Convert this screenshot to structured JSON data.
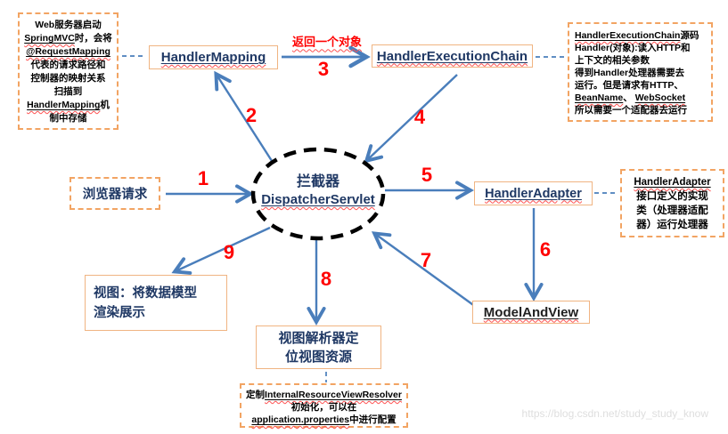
{
  "nodes": {
    "handler_mapping": "HandlerMapping",
    "handler_execution_chain": "HandlerExecutionChain",
    "dispatcher_line1": "拦截器",
    "dispatcher_line2": "DispatcherServlet",
    "browser_request": "浏览器请求",
    "handler_adapter": "HandlerAdapter",
    "model_and_view": "ModelAndView",
    "view_render": "视图：将数据模型\n渲染展示",
    "view_resolver": "视图解析器定\n位视图资源"
  },
  "steps": {
    "s1": "1",
    "s2": "2",
    "s3": "3",
    "s4": "4",
    "s5": "5",
    "s6": "6",
    "s7": "7",
    "s8": "8",
    "s9": "9"
  },
  "edge_label_return": "返回一个对象",
  "notes": {
    "web_start": {
      "lines": [
        [
          {
            "t": "Web服务器启动"
          }
        ],
        [
          {
            "t": "SpringMVC",
            "u": true
          },
          {
            "t": "时，会将"
          }
        ],
        [
          {
            "t": "@RequestMapping",
            "u": true
          }
        ],
        [
          {
            "t": "代表的请求路径和"
          }
        ],
        [
          {
            "t": "控制器的映射关系"
          }
        ],
        [
          {
            "t": "扫描到"
          }
        ],
        [
          {
            "t": "HandlerMapping",
            "u": true
          },
          {
            "t": "机"
          }
        ],
        [
          {
            "t": "制中存储"
          }
        ]
      ]
    },
    "execution_chain": {
      "lines": [
        [
          {
            "t": "HandlerExecutionChain",
            "u": true
          },
          {
            "t": "源码"
          }
        ],
        [
          {
            "t": "Handler(对象):读入HTTP和"
          }
        ],
        [
          {
            "t": "上下文的相关参数"
          }
        ],
        [
          {
            "t": "得到Handler处理器需要去"
          }
        ],
        [
          {
            "t": "运行。但是请求有HTTP、"
          }
        ],
        [
          {
            "t": "BeanName",
            "u": true
          },
          {
            "t": "、 "
          },
          {
            "t": "WebSocket",
            "u": true
          }
        ],
        [
          {
            "t": "所以需要一个适配器去运行"
          }
        ]
      ]
    },
    "adapter": {
      "lines": [
        [
          {
            "t": "HandlerAdapter",
            "u": true
          }
        ],
        [
          {
            "t": "接口定义的实现"
          }
        ],
        [
          {
            "t": "类（处理器适配"
          }
        ],
        [
          {
            "t": "器）运行处理器"
          }
        ]
      ]
    },
    "view_resolver_config": {
      "lines": [
        [
          {
            "t": "定制"
          },
          {
            "t": "InternalResourceViewResolver",
            "u": true
          }
        ],
        [
          {
            "t": "初始化，可以在"
          }
        ],
        [
          {
            "t": "application.properties",
            "u": true
          },
          {
            "t": "中进行配置"
          }
        ]
      ]
    }
  },
  "watermark": "https://blog.csdn.net/study_study_know",
  "colors": {
    "arrow": "#4a7ebb",
    "box_border": "#f0b482",
    "note_border": "#f2a463",
    "label_navy": "#1f3864",
    "step_red": "#ff0000",
    "watermark_gray": "#dedede"
  }
}
